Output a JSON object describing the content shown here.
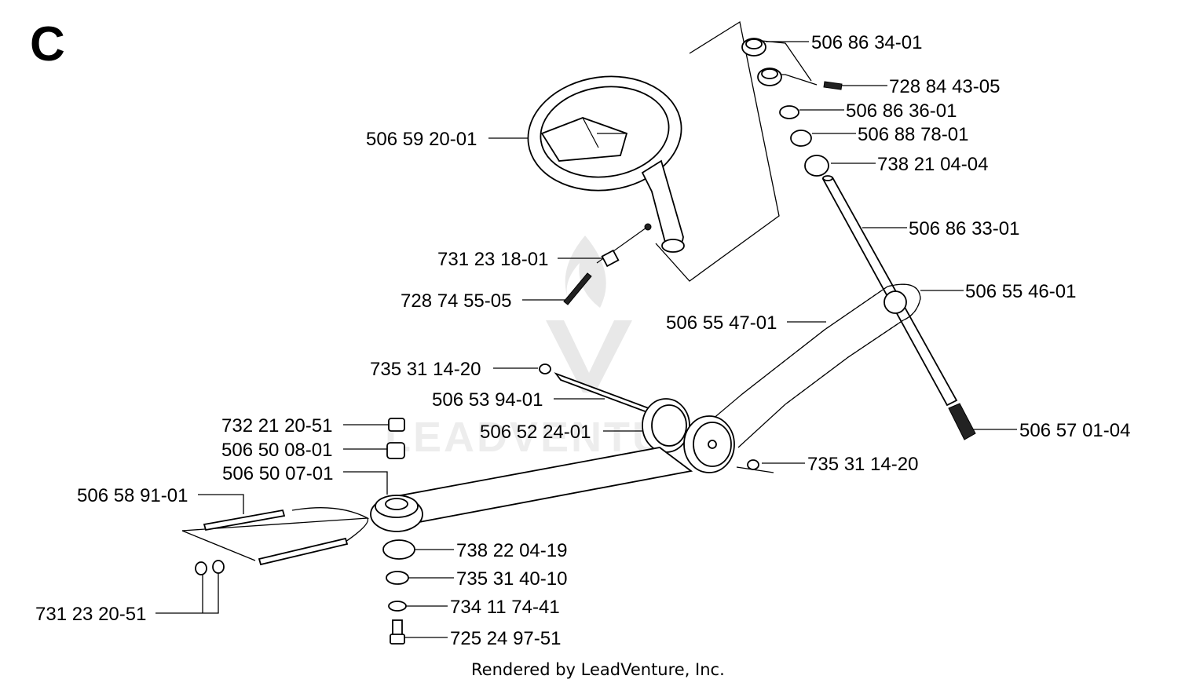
{
  "section": "C",
  "footer": "Rendered by LeadVenture, Inc.",
  "watermark": "LEADVENTURE",
  "parts": [
    {
      "key": "p1",
      "label": "506 86 34-01",
      "part": "shaft-collar-top"
    },
    {
      "key": "p2",
      "label": "728 84 43-05",
      "part": "set-screw"
    },
    {
      "key": "p3",
      "label": "506 86 36-01",
      "part": "washer"
    },
    {
      "key": "p4",
      "label": "506 88 78-01",
      "part": "spacer"
    },
    {
      "key": "p5",
      "label": "738 21 04-04",
      "part": "bushing"
    },
    {
      "key": "p6",
      "label": "506 86 33-01",
      "part": "steering-shaft"
    },
    {
      "key": "p7",
      "label": "506 55 46-01",
      "part": "sprocket"
    },
    {
      "key": "p8",
      "label": "506 59 20-01",
      "part": "steering-wheel"
    },
    {
      "key": "p9",
      "label": "731 23 18-01",
      "part": "nut"
    },
    {
      "key": "p10",
      "label": "728 74 55-05",
      "part": "screw"
    },
    {
      "key": "p11",
      "label": "506 55 47-01",
      "part": "chain-cable"
    },
    {
      "key": "p12",
      "label": "735 31 14-20",
      "part": "retaining-ring"
    },
    {
      "key": "p13",
      "label": "506 53 94-01",
      "part": "pulley-shaft"
    },
    {
      "key": "p14",
      "label": "506 52 24-01",
      "part": "pulley"
    },
    {
      "key": "p15",
      "label": "735 31 14-20",
      "part": "retaining-ring"
    },
    {
      "key": "p16",
      "label": "506 57 01-04",
      "part": "bolt"
    },
    {
      "key": "p17",
      "label": "732 21 20-51",
      "part": "lock-nut"
    },
    {
      "key": "p18",
      "label": "506 50 08-01",
      "part": "spacer"
    },
    {
      "key": "p19",
      "label": "506 50 07-01",
      "part": "sector-pulley"
    },
    {
      "key": "p20",
      "label": "506 58 91-01",
      "part": "threaded-rod"
    },
    {
      "key": "p21",
      "label": "738 22 04-19",
      "part": "bearing"
    },
    {
      "key": "p22",
      "label": "735 31 40-10",
      "part": "snap-ring"
    },
    {
      "key": "p23",
      "label": "734 11 74-41",
      "part": "washer"
    },
    {
      "key": "p24",
      "label": "725 24 97-51",
      "part": "bolt"
    },
    {
      "key": "p25",
      "label": "731 23 20-51",
      "part": "nut"
    }
  ]
}
